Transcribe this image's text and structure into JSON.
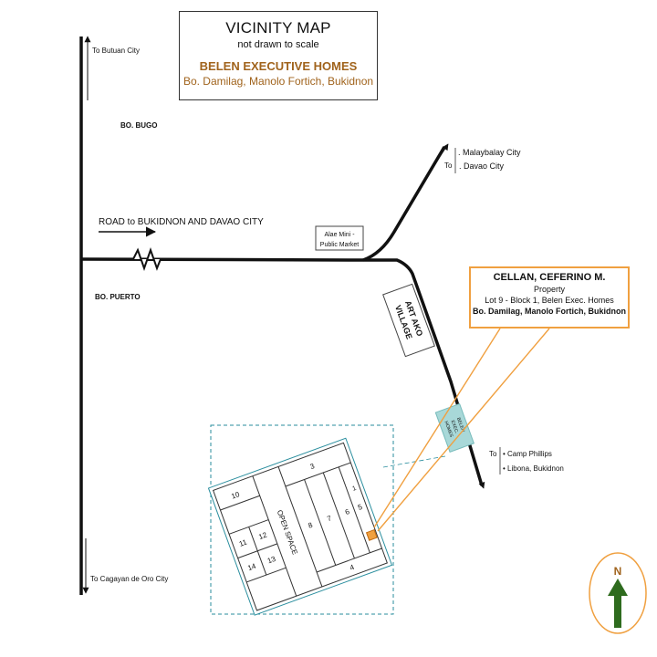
{
  "title_box": {
    "title": "VICINITY MAP",
    "subtitle": "not drawn to scale",
    "subdivision": "BELEN EXECUTIVE HOMES",
    "location": "Bo. Damilag, Manolo Fortich, Bukidnon"
  },
  "labels": {
    "to_butuan": "To Butuan  City",
    "bo_bugo": "BO. BUGO",
    "road": "ROAD to BUKIDNON AND DAVAO CITY",
    "bo_puerto": "BO. PUERTO",
    "market_line1": "Alae Mini -",
    "market_line2": "Public Market",
    "to_prefix": "To",
    "malaybalay": ". Malaybalay City",
    "davao": ". Davao City",
    "artako_line1": "ART AKO",
    "artako_line2": "VILLAGE",
    "belen_sign_line1": "BELEN",
    "belen_sign_line2": "EXEC.",
    "belen_sign_line3": "HOMES",
    "camp_phillips": "•  Camp Phillips",
    "libona": "•  Libona, Bukidnon",
    "to_cagayan": "To  Cagayan de Oro City",
    "open_space": "OPEN SPACE",
    "north": "N"
  },
  "property": {
    "owner": "CELLAN, CEFERINO M.",
    "type": "Property",
    "lot": "Lot 9 - Block 1, Belen Exec. Homes",
    "address": "Bo. Damilag, Manolo Fortich, Bukidnon"
  },
  "lots": [
    "1",
    "3",
    "4",
    "5",
    "6",
    "7",
    "8",
    "10",
    "11",
    "12",
    "13",
    "14"
  ],
  "colors": {
    "road": "#111111",
    "property_accent": "#f0a040",
    "subdivision_text": "#a0631c",
    "sign_fill": "#a8d8d8",
    "detail_border": "#2a8e9e",
    "north_arrow": "#2e6b1e",
    "north_ring": "#f0a040"
  }
}
